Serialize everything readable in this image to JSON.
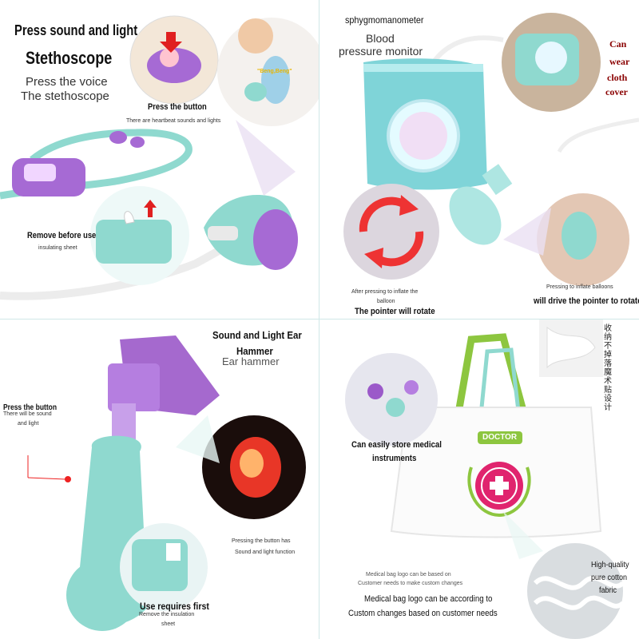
{
  "stethoscope": {
    "title": "Press sound and light",
    "name": "Stethoscope",
    "sub1": "Press the voice",
    "sub2": "The stethoscope",
    "press_button": "Press the button",
    "heartbeat": "There are heartbeat sounds and lights",
    "bubble": "\"Beng,Beng\"",
    "remove": "Remove before use",
    "insulating": "insulating sheet"
  },
  "bp_monitor": {
    "title": "sphygmomanometer",
    "sub1": "Blood",
    "sub2": "pressure monitor",
    "cover1": "Can",
    "cover2": "wear",
    "cover3": "cloth",
    "cover4": "cover",
    "after1": "After pressing to inflate the",
    "after2": "balloon",
    "rotate": "The pointer will rotate",
    "press_inflate": "Pressing to inflate balloons",
    "drive": "will drive the pointer to rotate"
  },
  "ear_hammer": {
    "title1": "Sound and Light Ear",
    "title2": "Hammer",
    "title3": "Ear hammer",
    "press_button": "Press the button",
    "sound1": "There will be sound",
    "sound2": "and light",
    "pressing": "Pressing the button has",
    "function": "Sound and light function",
    "use1": "Use requires first",
    "use2": "Remove the insulation",
    "use3": "sheet"
  },
  "bag": {
    "store1": "Can easily store medical",
    "store2": "instruments",
    "doctor": "DOCTOR",
    "cn_text": "收纳不掉落 魔术贴设计",
    "cotton1": "High-quality",
    "cotton2": "pure cotton",
    "cotton3": "fabric",
    "logo_small1": "Medical bag logo can be based on",
    "logo_small2": "Customer needs to make custom changes",
    "logo1": "Medical bag logo can be according to",
    "logo2": "Custom changes based on customer needs"
  },
  "colors": {
    "mint": "#8fd9cf",
    "mint_dark": "#5fbfb3",
    "purple": "#9b59c9",
    "red": "#e03030",
    "green": "#8dc63f",
    "pink": "#e0246e"
  }
}
